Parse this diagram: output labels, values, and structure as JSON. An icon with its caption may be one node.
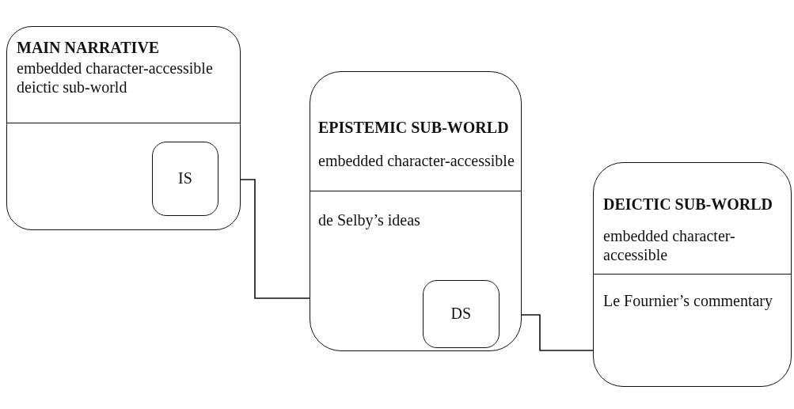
{
  "diagram": {
    "nodes": [
      {
        "text": [
          "MAIN NARRATIVE",
          "embedded character-accessible deictic sub-world"
        ]
      },
      {
        "text": [
          "IS"
        ],
        "in": 0
      },
      {
        "text": [
          "EPISTEMIC SUB-WORLD",
          "embedded character-accessible",
          "de Selby’s ideas"
        ]
      },
      {
        "text": [
          "DS"
        ],
        "in": 2
      },
      {
        "text": [
          "DEICTIC SUB-WORLD",
          "embedded character-accessible",
          "Le Fournier’s commentary"
        ]
      }
    ],
    "edges": [
      {
        "from": 1,
        "to": 2,
        "arrow": "none"
      },
      {
        "from": 3,
        "to": 4,
        "arrow": "none"
      }
    ]
  }
}
